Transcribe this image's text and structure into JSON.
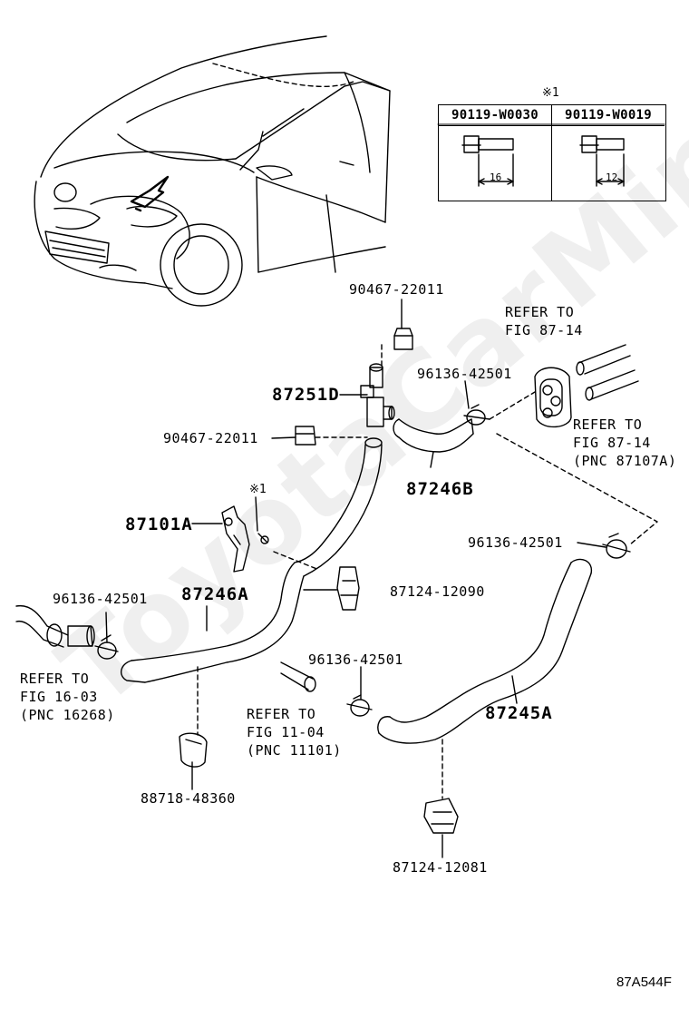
{
  "labels": {
    "p90467_top": "90467-22011",
    "p87251D": "87251D",
    "p90467_left": "90467-22011",
    "p96136_a": "96136-42501",
    "p87246B": "87246B",
    "p87101A": "87101A",
    "mark1_small": "※1",
    "p87246A": "87246A",
    "p87124_12090": "87124-12090",
    "p96136_b": "96136-42501",
    "p96136_c": "96136-42501",
    "p96136_d": "96136-42501",
    "p87245A": "87245A",
    "p88718": "88718-48360",
    "p87124_12081": "87124-12081"
  },
  "notes": {
    "refer_87_14_a": "REFER TO\nFIG 87-14",
    "refer_87_14_b": "REFER TO\nFIG 87-14\n(PNC 87107A)",
    "refer_16_03": "REFER TO\nFIG 16-03\n(PNC 16268)",
    "refer_11_04": "REFER TO\nFIG 11-04\n(PNC 11101)"
  },
  "spec_table": {
    "mark": "※1",
    "col1_part": "90119-W0030",
    "col1_dim": "16",
    "col2_part": "90119-W0019",
    "col2_dim": "12"
  },
  "watermark": "ToyotaCarMine.ru",
  "figure_code": "87A544F"
}
